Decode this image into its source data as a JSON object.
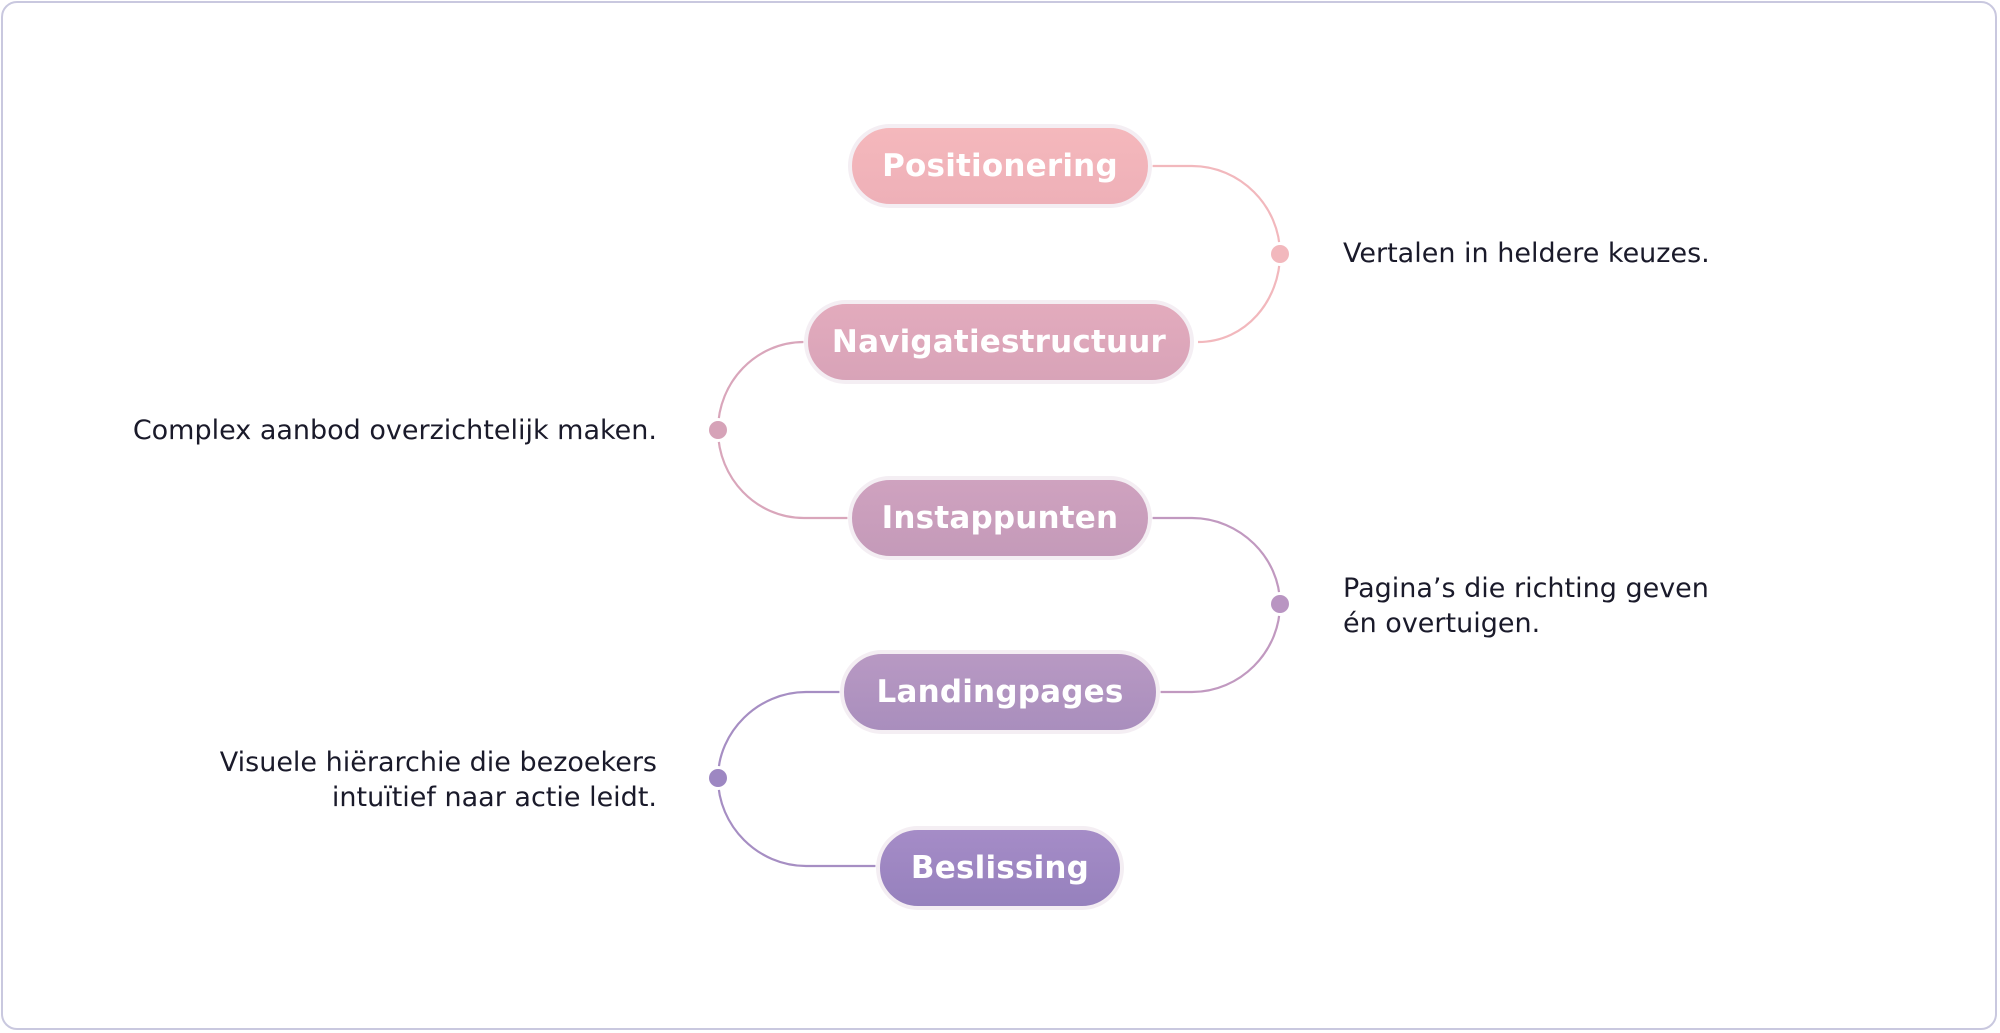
{
  "steps": [
    {
      "label": "Positionering",
      "color": "#f2b5ba"
    },
    {
      "label": "Navigatiestructuur",
      "color": "#dda7bb"
    },
    {
      "label": "Instappunten",
      "color": "#c99ebc"
    },
    {
      "label": "Landingpages",
      "color": "#b094c0"
    },
    {
      "label": "Beslissing",
      "color": "#9b85c1"
    }
  ],
  "annotations": [
    {
      "lines": [
        "Vertalen in heldere keuzes."
      ],
      "side": "right"
    },
    {
      "lines": [
        "Complex aanbod overzichtelijk maken."
      ],
      "side": "left"
    },
    {
      "lines": [
        "Pagina’s die richting geven",
        "én overtuigen."
      ],
      "side": "right"
    },
    {
      "lines": [
        "Visuele hiërarchie die bezoekers",
        "intuïtief naar actie leidt."
      ],
      "side": "left"
    }
  ],
  "connector_colors": [
    "#f2b8bd",
    "#d9a6bb",
    "#c199c0",
    "#a68ec3"
  ],
  "frame_color": "#c9c8df"
}
